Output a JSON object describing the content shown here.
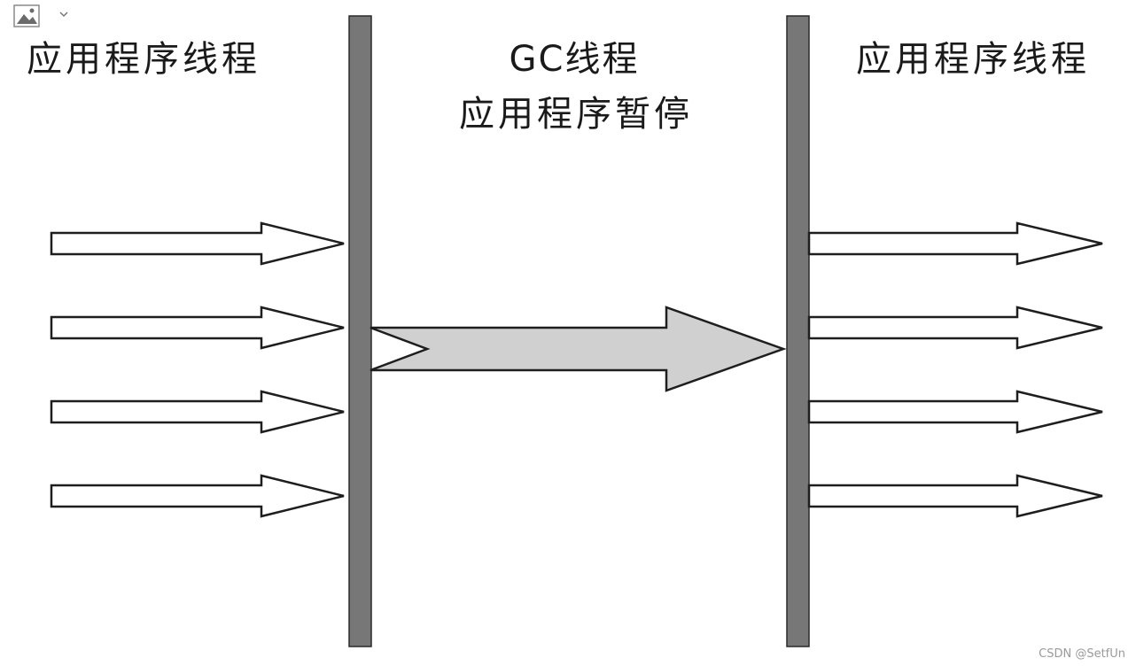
{
  "diagram": {
    "left_label": "应用程序线程",
    "middle_label_line1": "GC线程",
    "middle_label_line2": "应用程序暂停",
    "right_label": "应用程序线程"
  },
  "watermark": "CSDN @SetfUn",
  "icons": {
    "corner": "image-icon"
  },
  "colors": {
    "barrier": "#777777",
    "arrow_outline": "#1e1e1e",
    "gc_arrow_fill": "#d0d0d0"
  }
}
